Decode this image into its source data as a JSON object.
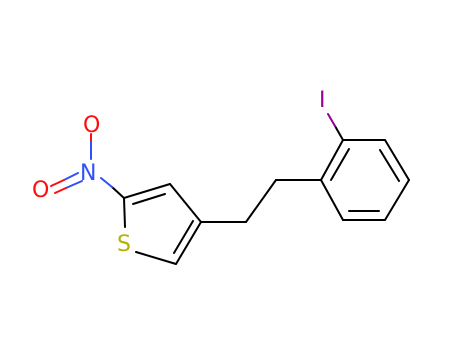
{
  "atoms": {
    "iodine": {
      "symbol": "I",
      "color": "#940094"
    },
    "sulfur": {
      "symbol": "S",
      "color": "#b2b200"
    },
    "nitrogen": {
      "symbol": "N",
      "color": "#3050f8"
    },
    "oxygen_top": {
      "symbol": "O",
      "color": "#ff0d0d"
    },
    "oxygen_left": {
      "symbol": "O",
      "color": "#ff0d0d"
    }
  },
  "colors": {
    "bond": "#000000",
    "background": "#ffffff"
  }
}
